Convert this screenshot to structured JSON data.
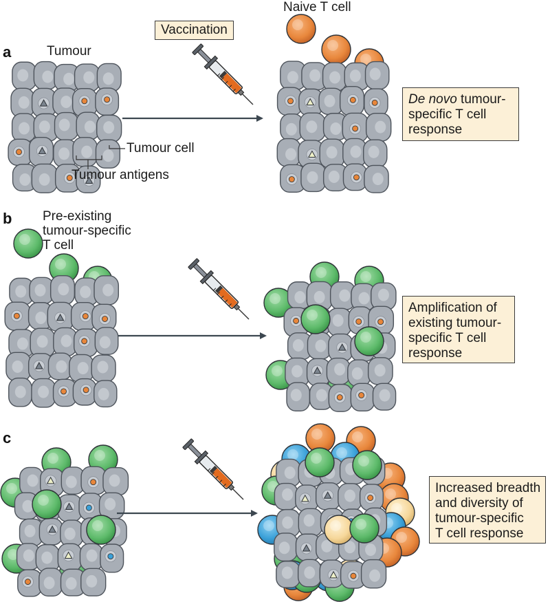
{
  "colors": {
    "tumour_cell_fill": "#a8aeb6",
    "tumour_cell_stroke": "#4d535b",
    "nucleus": "#c9ced4",
    "antigen_orange": "#e8863a",
    "antigen_grey_triangle": "#7c858f",
    "antigen_yellow_triangle": "#eef0c8",
    "antigen_blue": "#3aa0d8",
    "naive_t_cell": "#e8873c",
    "existing_t_cell": "#5dba6a",
    "blue_t_cell": "#3aa0d8",
    "yellow_t_cell": "#f6d79a",
    "arrow": "#3c4750",
    "callout_fill": "#fcf0d7"
  },
  "panel_a": {
    "letter": "a",
    "tumour_label": "Tumour",
    "vaccination_label": "Vaccination",
    "naive_label": "Naive T cell",
    "tumour_cell_label": "Tumour cell",
    "antigens_label": "Tumour antigens",
    "callout_italic": "De novo",
    "callout_line1_rest": " tumour-",
    "callout_line2": "specific T cell",
    "callout_line3": "response"
  },
  "panel_b": {
    "letter": "b",
    "pre_existing_line1": "Pre-existing",
    "pre_existing_line2": "tumour-specific",
    "pre_existing_line3": "T cell",
    "callout_line1": "Amplification of",
    "callout_line2": "existing tumour-",
    "callout_line3": "specific T cell",
    "callout_line4": "response"
  },
  "panel_c": {
    "letter": "c",
    "callout_line1": "Increased breadth",
    "callout_line2": "and diversity of",
    "callout_line3": "tumour-specific",
    "callout_line4": "T cell response"
  }
}
